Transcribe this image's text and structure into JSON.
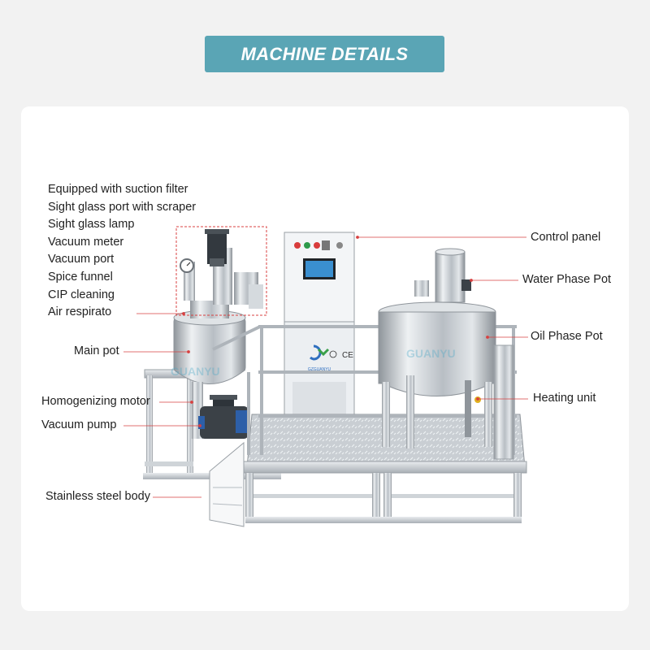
{
  "banner": {
    "title": "MACHINE DETAILS"
  },
  "left_labels": {
    "suction_filter": "Equipped with suction filter",
    "sight_glass_port": "Sight glass port with scraper",
    "sight_glass_lamp": "Sight glass lamp",
    "vacuum_meter": "Vacuum meter",
    "vacuum_port": "Vacuum port",
    "spice_funnel": "Spice funnel",
    "cip_cleaning": "CIP cleaning",
    "air_respirato": "Air respirato",
    "main_pot": "Main pot",
    "homogenizing_motor": "Homogenizing motor",
    "vacuum_pump": "Vacuum pump",
    "stainless_body": "Stainless steel body"
  },
  "right_labels": {
    "control_panel": "Control panel",
    "water_phase_pot": "Water Phase Pot",
    "oil_phase_pot": "Oil Phase Pot",
    "heating_unit": "Heating unit"
  },
  "brand": {
    "name": "GZGUANYU",
    "watermark": "GUANYU"
  },
  "colors": {
    "banner": "#5aa5b5",
    "leader_line": "#d84040",
    "steel": "#c9ced3",
    "screen": "#3a8fd0"
  },
  "icons": [
    "guanyu-logo-icon",
    "ce-mark-icon",
    "pressure-gauge-icon"
  ]
}
